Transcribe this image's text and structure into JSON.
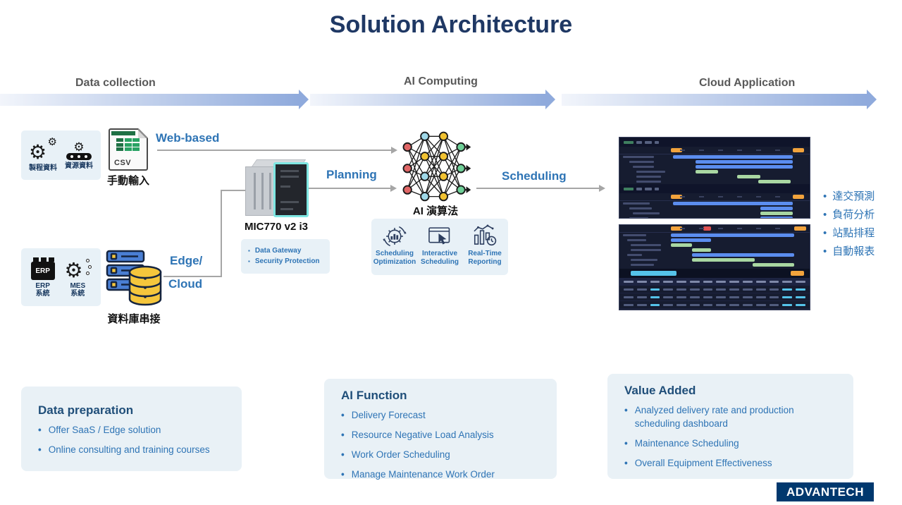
{
  "title": "Solution Architecture",
  "stages": [
    {
      "label": "Data collection"
    },
    {
      "label": "AI Computing"
    },
    {
      "label": "Cloud Application"
    }
  ],
  "data_collection": {
    "process_box": {
      "items": [
        {
          "icon": "gears-icon",
          "label": "製程資料"
        },
        {
          "icon": "conveyor-icon",
          "label": "資源資料"
        }
      ]
    },
    "csv": {
      "file_label": "CSV",
      "caption": "手動輸入"
    },
    "system_box": {
      "items": [
        {
          "icon": "erp-icon",
          "badge": "ERP",
          "label_line1": "ERP",
          "label_line2": "系統"
        },
        {
          "icon": "mes-icon",
          "label_line1": "MES",
          "label_line2": "系統"
        }
      ]
    },
    "database": {
      "caption": "資料庫串接"
    }
  },
  "connectors": {
    "web_based": "Web-based",
    "edge": "Edge/",
    "cloud": "Cloud",
    "planning": "Planning",
    "scheduling": "Scheduling"
  },
  "edge_device": {
    "model": "MIC770 v2 i3",
    "features": [
      "Data Gateway",
      "Security Protection"
    ]
  },
  "ai_computing": {
    "label": "AI 演算法",
    "capabilities": [
      {
        "icon": "optimization-gear-icon",
        "line1": "Scheduling",
        "line2": "Optimization"
      },
      {
        "icon": "interactive-click-icon",
        "line1": "Interactive",
        "line2": "Scheduling"
      },
      {
        "icon": "realtime-report-icon",
        "line1": "Real-Time",
        "line2": "Reporting"
      }
    ]
  },
  "cloud_application": {
    "benefits": [
      "達交預測",
      "負荷分析",
      "站點排程",
      "自動報表"
    ]
  },
  "bottom_boxes": [
    {
      "title": "Data preparation",
      "bullets": [
        "Offer SaaS / Edge solution",
        "Online consulting and training courses"
      ]
    },
    {
      "title": "AI Function",
      "bullets": [
        "Delivery Forecast",
        "Resource Negative Load Analysis",
        "Work Order Scheduling",
        "Manage Maintenance Work Order"
      ]
    },
    {
      "title": "Value Added",
      "bullets": [
        "Analyzed delivery rate and production scheduling dashboard",
        "Maintenance Scheduling",
        "Overall Equipment Effectiveness"
      ]
    }
  ],
  "logo": {
    "brand": "ADVANTECH"
  },
  "colors": {
    "title_navy": "#1F3864",
    "stage_label_gray": "#595959",
    "accent_blue": "#2E74B5",
    "deep_blue": "#1F4E79",
    "panel_bg": "#E8F1F7",
    "arrow_gradient_end": "#8FAADC",
    "connector_gray": "#A6A6A6",
    "logo_navy": "#00386E",
    "gantt_blue": "#5B8DEF",
    "gantt_green": "#A9D7A2",
    "gantt_green2": "#4CAF6E",
    "gantt_orange": "#F2A33C",
    "gantt_red": "#E05252",
    "gantt_cyan": "#55C3EA",
    "dash_bg": "#161C30"
  },
  "dashboards": {
    "d1": {
      "rows": [
        {
          "t": "title"
        },
        {
          "t": "tl",
          "chips": [
            {
              "l": 27,
              "w": 6,
              "c": "orange"
            },
            {
              "l": 91,
              "w": 6,
              "c": "orange"
            }
          ]
        },
        {
          "t": "bar",
          "labL": 2,
          "labW": 16,
          "l": 28,
          "w": 63,
          "c": "blue"
        },
        {
          "t": "bar",
          "labL": 5,
          "labW": 13,
          "l": 40,
          "w": 51,
          "c": "blue"
        },
        {
          "t": "bar",
          "labL": 7,
          "labW": 11,
          "l": 40,
          "w": 51,
          "c": "blue"
        },
        {
          "t": "bar",
          "labL": 9,
          "labW": 15,
          "l": 40,
          "w": 12,
          "c": "green"
        },
        {
          "t": "bar",
          "labL": 9,
          "labW": 13,
          "l": 62,
          "w": 12,
          "c": "green"
        },
        {
          "t": "bar",
          "labL": 9,
          "labW": 13,
          "l": 73,
          "w": 17,
          "c": "green"
        },
        {
          "t": "title"
        },
        {
          "t": "tl",
          "chips": [
            {
              "l": 27,
              "w": 6,
              "c": "orange"
            },
            {
              "l": 91,
              "w": 6,
              "c": "orange"
            }
          ]
        },
        {
          "t": "bar",
          "labL": 2,
          "labW": 14,
          "l": 28,
          "w": 63,
          "c": "blue"
        },
        {
          "t": "bar",
          "labL": 5,
          "labW": 12,
          "l": 74,
          "w": 17,
          "c": "blue"
        },
        {
          "t": "bar",
          "labL": 7,
          "labW": 14,
          "l": 74,
          "w": 17,
          "c": "green"
        },
        {
          "t": "bar",
          "labL": 5,
          "labW": 10,
          "l": 74,
          "w": 17,
          "c": "blue"
        },
        {
          "t": "bar",
          "labL": 7,
          "labW": 14,
          "l": 74,
          "w": 18,
          "c": "green2"
        }
      ]
    },
    "d2": {
      "rows": [
        {
          "t": "tl",
          "chips": [
            {
              "l": 27,
              "w": 6,
              "c": "orange"
            },
            {
              "l": 44,
              "w": 4,
              "c": "red"
            },
            {
              "l": 92,
              "w": 6,
              "c": "orange"
            }
          ]
        },
        {
          "t": "bar",
          "labL": 2,
          "labW": 12,
          "l": 27,
          "w": 65,
          "c": "blue"
        },
        {
          "t": "bar",
          "labL": 4,
          "labW": 10,
          "l": 27,
          "w": 21,
          "c": "blue"
        },
        {
          "t": "bar",
          "labL": 6,
          "labW": 16,
          "l": 27,
          "w": 11,
          "c": "green"
        },
        {
          "t": "bar",
          "labL": 6,
          "labW": 16,
          "l": 38,
          "w": 10,
          "c": "green"
        },
        {
          "t": "bar",
          "labL": 4,
          "labW": 8,
          "l": 38,
          "w": 54,
          "c": "blue"
        },
        {
          "t": "bar",
          "labL": 6,
          "labW": 14,
          "l": 38,
          "w": 33,
          "c": "green"
        },
        {
          "t": "bar",
          "labL": 6,
          "labW": 12,
          "l": 70,
          "w": 22,
          "c": "green"
        },
        {
          "t": "toolbar"
        },
        {
          "t": "thead"
        },
        {
          "t": "trow"
        },
        {
          "t": "trow"
        },
        {
          "t": "trow"
        }
      ]
    }
  }
}
